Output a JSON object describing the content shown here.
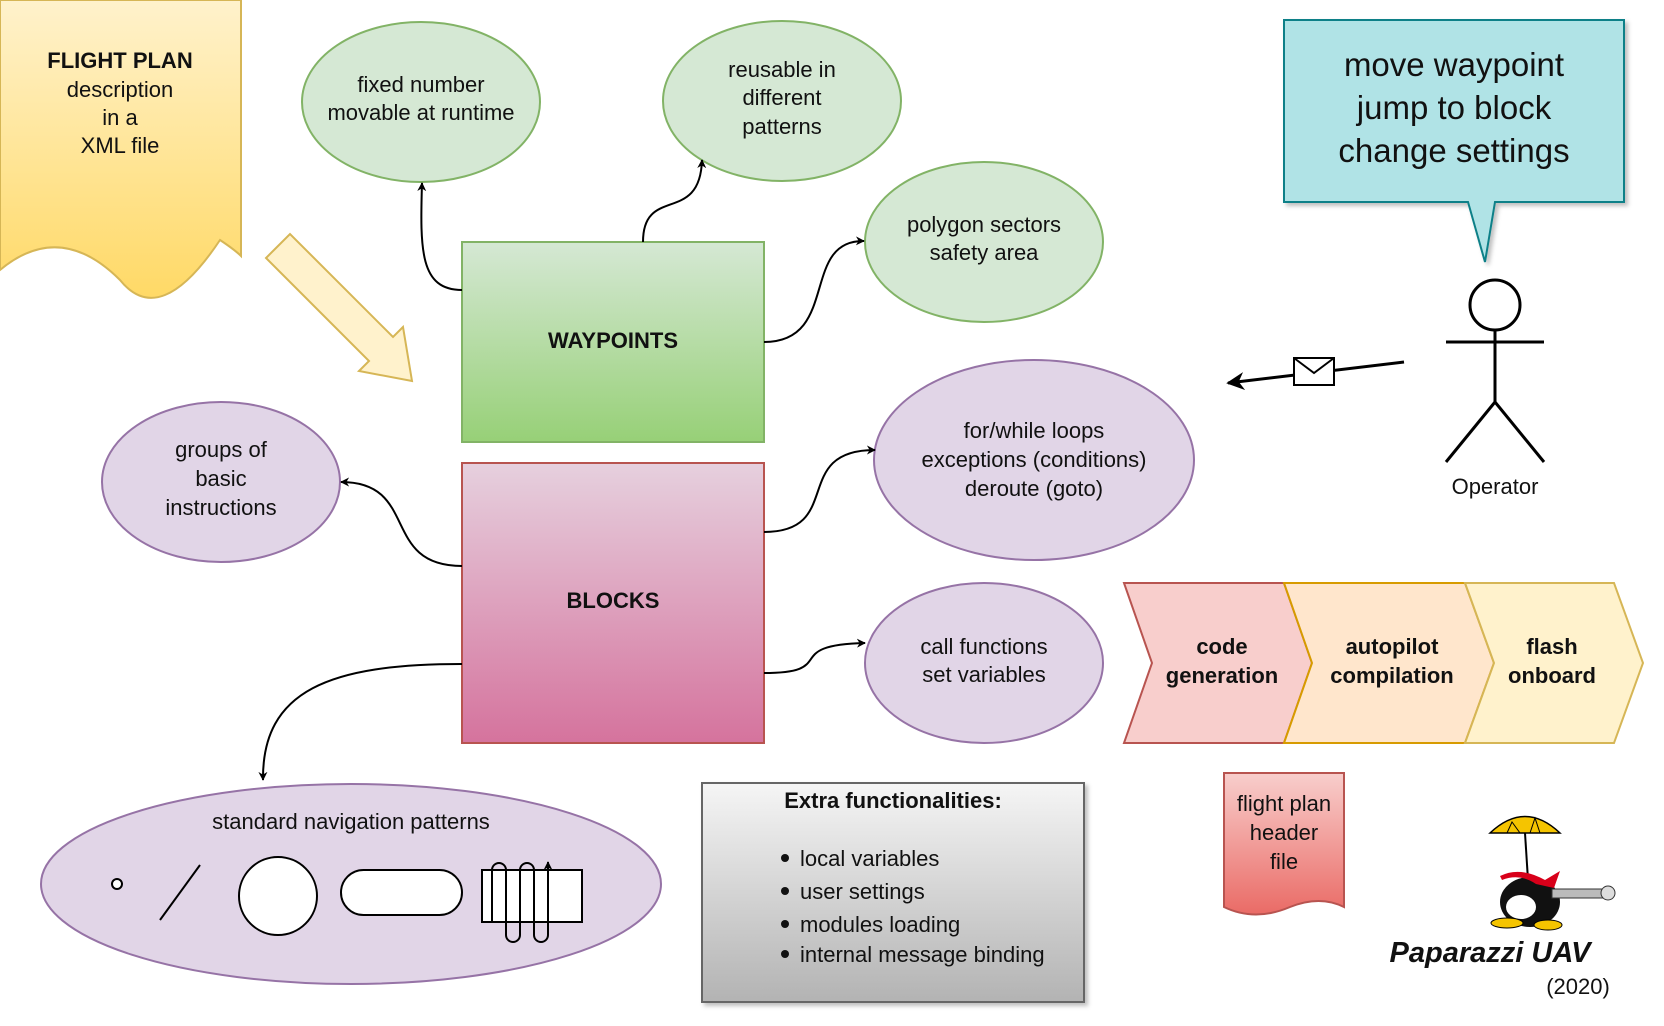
{
  "flight_plan_doc": {
    "title": "FLIGHT PLAN",
    "lines": [
      "description",
      "in a",
      "XML file"
    ]
  },
  "waypoints": {
    "label": "WAYPOINTS",
    "features": [
      {
        "lines": [
          "fixed number",
          "movable at runtime"
        ]
      },
      {
        "lines": [
          "reusable in",
          "different",
          "patterns"
        ]
      },
      {
        "lines": [
          "polygon sectors",
          "safety area"
        ]
      }
    ]
  },
  "blocks": {
    "label": "BLOCKS",
    "features": [
      {
        "lines": [
          "groups of",
          "basic",
          "instructions"
        ]
      },
      {
        "lines": [
          "for/while loops",
          "exceptions (conditions)",
          "deroute (goto)"
        ]
      },
      {
        "lines": [
          "call functions",
          "set variables"
        ]
      }
    ]
  },
  "navigation_patterns": {
    "title": "standard navigation patterns",
    "pattern_icons": [
      "point-icon",
      "segment-icon",
      "circle-icon",
      "stadium-icon",
      "survey-icon"
    ]
  },
  "extra_functionalities": {
    "title": "Extra functionalities:",
    "items": [
      "local variables",
      "user settings",
      "modules loading",
      "internal message binding"
    ]
  },
  "operator": {
    "label": "Operator",
    "speech_lines": [
      "move waypoint",
      "jump to block",
      "change settings"
    ]
  },
  "pipeline": {
    "steps": [
      {
        "lines": [
          "code",
          "generation"
        ],
        "color": "#f8cecc"
      },
      {
        "lines": [
          "autopilot",
          "compilation"
        ],
        "color": "#ffe6cc"
      },
      {
        "lines": [
          "flash",
          "onboard"
        ],
        "color": "#fff2cc"
      }
    ]
  },
  "header_file": {
    "lines": [
      "flight plan",
      "header",
      "file"
    ]
  },
  "branding": {
    "name": "Paparazzi UAV",
    "year": "(2020)"
  },
  "colors": {
    "green_fill": "#d5e8d4",
    "green_stroke": "#82b366",
    "purple_fill": "#e1d5e7",
    "purple_stroke": "#9673a6",
    "cyan_fill": "#b0e3e6",
    "cyan_stroke": "#0e8088",
    "doc_fill": "#ffd966",
    "doc_stroke": "#d6b656"
  }
}
